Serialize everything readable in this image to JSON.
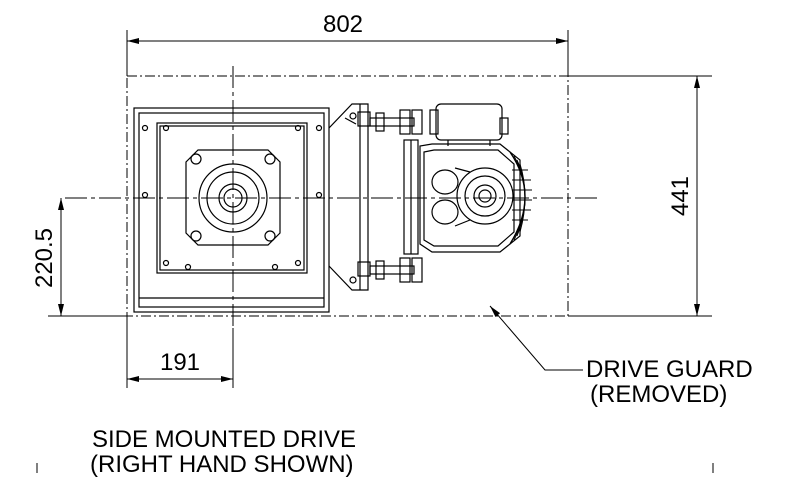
{
  "dimensions": {
    "overall_width": "802",
    "overall_height": "441",
    "half_height": "220.5",
    "shaft_offset": "191"
  },
  "callouts": {
    "drive_guard_line1": "DRIVE GUARD",
    "drive_guard_line2": "(REMOVED)"
  },
  "caption": {
    "line1": "SIDE MOUNTED DRIVE",
    "line2": "(RIGHT HAND SHOWN)"
  },
  "colors": {
    "line": "#000000",
    "background": "#ffffff"
  }
}
